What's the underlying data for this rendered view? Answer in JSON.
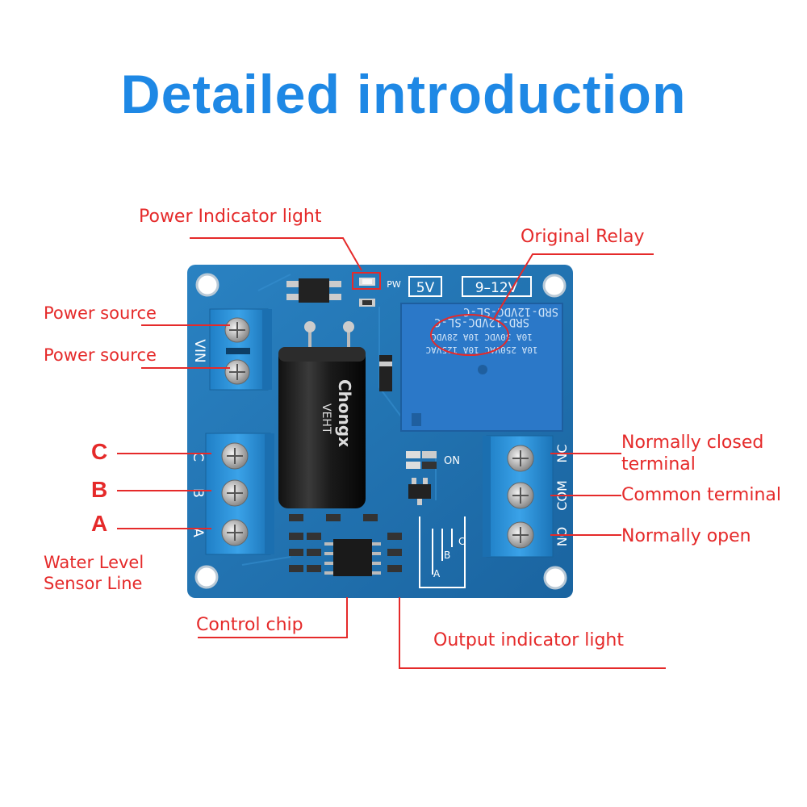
{
  "title": "Detailed introduction",
  "labels": {
    "power_indicator": "Power Indicator light",
    "original_relay": "Original Relay",
    "power_source_1": "Power source",
    "power_source_2": "Power source",
    "c": "C",
    "b": "B",
    "a": "A",
    "water_level_line1": "Water Level",
    "water_level_line2": "Sensor Line",
    "normally_closed_line1": "Normally closed",
    "normally_closed_line2": "terminal",
    "common": "Common terminal",
    "normally_open": "Normally open",
    "control_chip": "Control chip",
    "output_indicator": "Output indicator light"
  },
  "board": {
    "label_5v": "5V",
    "label_9_12v": "9–12V",
    "pw": "PW",
    "vin": "VIN",
    "on": "ON",
    "nc": "NC",
    "com": "COM",
    "no": "NO",
    "sensor_c": "C",
    "sensor_b": "B",
    "sensor_a": "A",
    "relay_text_1": "SRD-12VDC-SL-C",
    "relay_text_2": "10A 250VAC  10A 125VAC",
    "relay_text_3": "10A 30VDC  10A 28VDC",
    "capacitor_brand": "Chongx",
    "capacitor_series": "VEHT"
  },
  "colors": {
    "title": "#1e88e5",
    "label": "#e52a2a",
    "pcb": "#1f73b0",
    "terminal": "#2a8fd6",
    "relay": "#2b78c8"
  }
}
